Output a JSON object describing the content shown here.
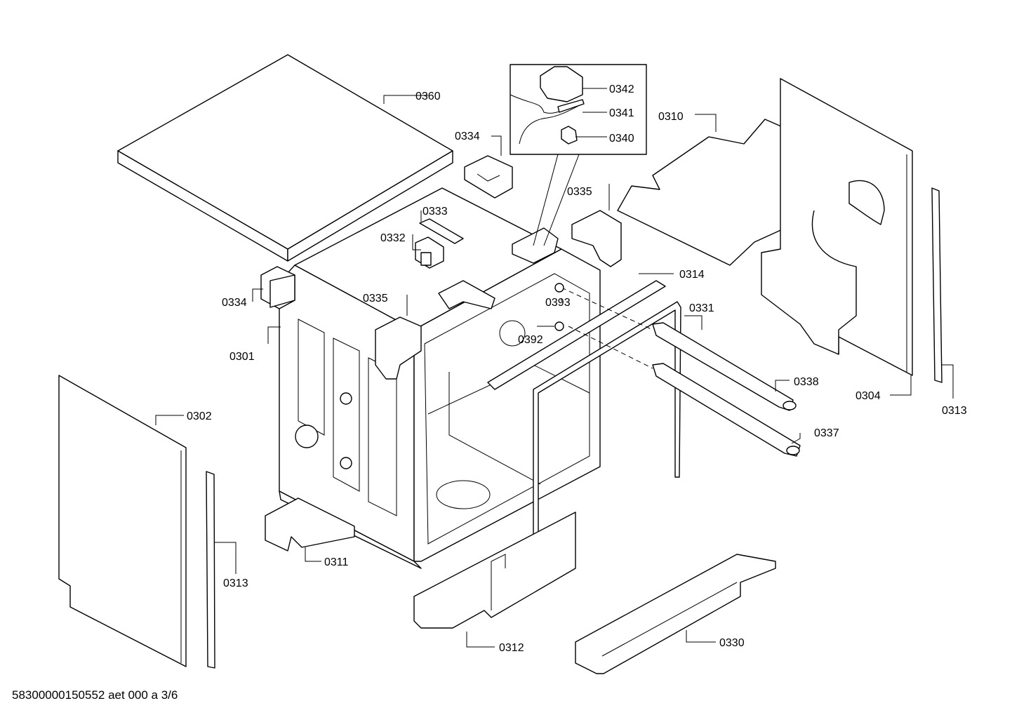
{
  "labels": {
    "p0360": "0360",
    "p0342": "0342",
    "p0341": "0341",
    "p0340": "0340",
    "p0334a": "0334",
    "p0334b": "0334",
    "p0310": "0310",
    "p0335a": "0335",
    "p0335b": "0335",
    "p0333": "0333",
    "p0332": "0332",
    "p0314": "0314",
    "p0393": "0393",
    "p0331": "0331",
    "p0392": "0392",
    "p0301": "0301",
    "p0338": "0338",
    "p0304": "0304",
    "p0313a": "0313",
    "p0313b": "0313",
    "p0302": "0302",
    "p0337": "0337",
    "p0311": "0311",
    "p0312": "0312",
    "p0330": "0330"
  },
  "footer": {
    "reference": "58300000150552 aet 000 a 3/6"
  },
  "colors": {
    "line": "#000000",
    "fill": "#ffffff"
  }
}
